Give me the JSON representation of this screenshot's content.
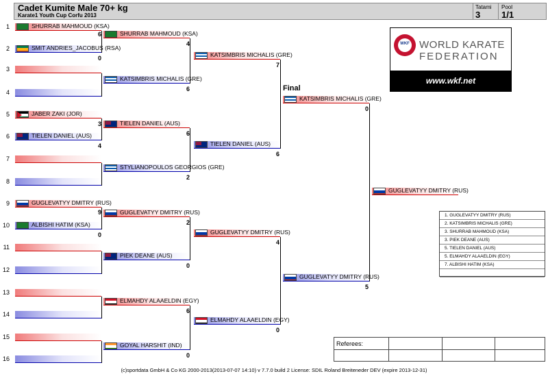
{
  "header": {
    "title": "Cadet Kumite Male 70+ kg",
    "subtitle": "Karate1 Youth Cup Corfu 2013",
    "tatami_label": "Tatami",
    "tatami_value": "3",
    "pool_label": "Pool",
    "pool_value": "1/1"
  },
  "final_label": "Final",
  "round1": [
    {
      "seed": "1",
      "name": "SHURRAB MAHMOUD (KSA)",
      "flag": "ksa",
      "score": ""
    },
    {
      "seed": "2",
      "name": "SMIT ANDRIES_JACOBUS (RSA)",
      "flag": "rsa",
      "score": "0"
    },
    {
      "seed": "3",
      "name": "",
      "flag": "",
      "score": ""
    },
    {
      "seed": "4",
      "name": "",
      "flag": "",
      "score": ""
    },
    {
      "seed": "5",
      "name": "JABER ZAKI (JOR)",
      "flag": "jor",
      "score": "3"
    },
    {
      "seed": "6",
      "name": "TIELEN DANIEL (AUS)",
      "flag": "aus",
      "score": "4"
    },
    {
      "seed": "7",
      "name": "",
      "flag": "",
      "score": ""
    },
    {
      "seed": "8",
      "name": "",
      "flag": "",
      "score": ""
    },
    {
      "seed": "9",
      "name": "GUGLEVATYY DMITRY (RUS)",
      "flag": "rus",
      "score": "9"
    },
    {
      "seed": "10",
      "name": "ALBISHI HATIM (KSA)",
      "flag": "ksa",
      "score": "0"
    },
    {
      "seed": "11",
      "name": "",
      "flag": "",
      "score": ""
    },
    {
      "seed": "12",
      "name": "",
      "flag": "",
      "score": ""
    },
    {
      "seed": "13",
      "name": "",
      "flag": "",
      "score": ""
    },
    {
      "seed": "14",
      "name": "",
      "flag": "",
      "score": ""
    },
    {
      "seed": "15",
      "name": "",
      "flag": "",
      "score": ""
    },
    {
      "seed": "16",
      "name": "",
      "flag": "",
      "score": ""
    }
  ],
  "round1_top_scores": [
    "6"
  ],
  "round2": [
    {
      "name": "SHURRAB MAHMOUD (KSA)",
      "flag": "ksa",
      "score": "4"
    },
    {
      "name": "KATSIMBRIS MICHALIS (GRE)",
      "flag": "gre",
      "score": "6"
    },
    {
      "name": "TIELEN DANIEL (AUS)",
      "flag": "aus",
      "score": "6"
    },
    {
      "name": "STYLIANOPOULOS GEORGIOS (GRE)",
      "flag": "gre",
      "score": "2"
    },
    {
      "name": "GUGLEVATYY DMITRY (RUS)",
      "flag": "rus",
      "score": "2"
    },
    {
      "name": "PIEK DEANE (AUS)",
      "flag": "aus",
      "score": "0"
    },
    {
      "name": "ELMAHDY ALAAELDIN (EGY)",
      "flag": "egy",
      "score": "6"
    },
    {
      "name": "GOYAL HARSHIT (IND)",
      "flag": "ind",
      "score": "0"
    }
  ],
  "round3": [
    {
      "name": "KATSIMBRIS MICHALIS (GRE)",
      "flag": "gre",
      "score": "7"
    },
    {
      "name": "TIELEN DANIEL (AUS)",
      "flag": "aus",
      "score": "6"
    },
    {
      "name": "GUGLEVATYY DMITRY (RUS)",
      "flag": "rus",
      "score": "4"
    },
    {
      "name": "ELMAHDY ALAAELDIN (EGY)",
      "flag": "egy",
      "score": "0"
    }
  ],
  "round4": [
    {
      "name": "KATSIMBRIS MICHALIS (GRE)",
      "flag": "gre",
      "score": "0"
    },
    {
      "name": "GUGLEVATYY DMITRY (RUS)",
      "flag": "rus",
      "score": "5"
    }
  ],
  "winner": {
    "name": "GUGLEVATYY DMITRY (RUS)",
    "flag": "rus"
  },
  "logo": {
    "line1": "WORLD KARATE",
    "line2": "FEDERATION",
    "badge": "WKF",
    "url": "www.wkf.net"
  },
  "results": [
    "1. GUGLEVATYY DMITRY (RUS)",
    "2. KATSIMBRIS MICHALIS (GRE)",
    "3. SHURRAB MAHMOUD (KSA)",
    "3. PIEK DEANE (AUS)",
    "5. TIELEN DANIEL (AUS)",
    "5. ELMAHDY ALAAELDIN (EGY)",
    "7. ALBISHI HATIM (KSA)",
    ""
  ],
  "referees_label": "Referees:",
  "footer": "(c)sportdata GmbH & Co KG 2000-2013(2013-07-07 14:10) v 7.7.0 build 2 License: SDIL Roland Breiteneder DEV (expire 2013-12-31)"
}
